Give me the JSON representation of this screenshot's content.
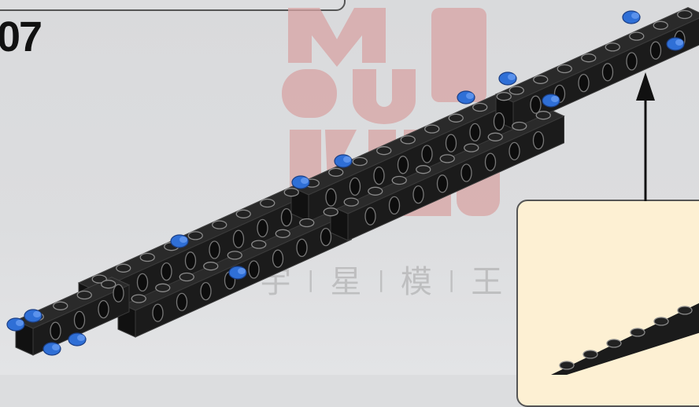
{
  "step": {
    "number": "07"
  },
  "watermark": {
    "logo_text": "MOULD KING",
    "chars": [
      "宇",
      "星",
      "模",
      "王"
    ]
  },
  "colors": {
    "background": "#dcdddf",
    "brick": "#1b1b1b",
    "stud_ring": "#8a8a8a",
    "pin": "#2f6fd6",
    "inset_background": "#fdf0d3",
    "watermark_red": "#d8a4a4"
  }
}
